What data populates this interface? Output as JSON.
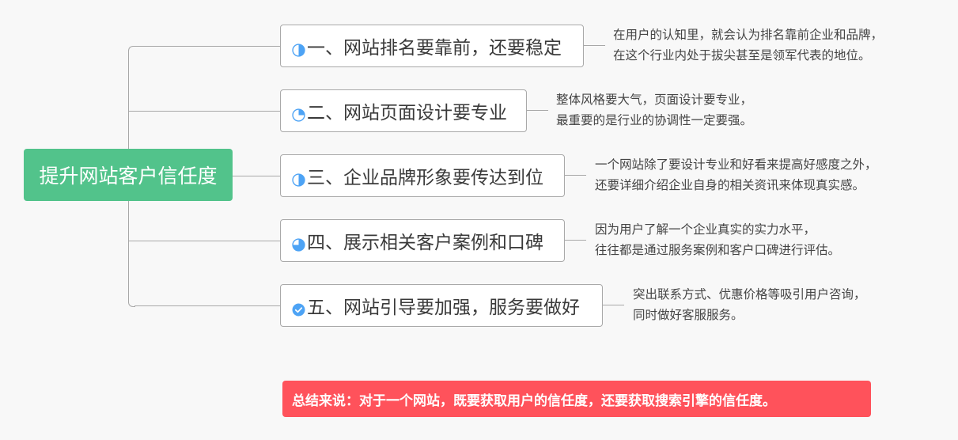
{
  "root": {
    "label": "提升网站客户信任度",
    "color": "#52c38b"
  },
  "topics": [
    {
      "label": "一、网站排名要靠前，还要稳定",
      "progress_icon": "progress-half-icon",
      "progress": 50,
      "note": [
        "在用户的认知里，就会认为排名靠前企业和品牌，",
        "在这个行业内处于拔尖甚至是领军代表的地位。"
      ]
    },
    {
      "label": "二、网站页面设计要专业",
      "progress_icon": "progress-quarter-icon",
      "progress": 25,
      "note": [
        "整体风格要大气，页面设计要专业，",
        "最重要的是行业的协调性一定要强。"
      ]
    },
    {
      "label": "三、企业品牌形象要传达到位",
      "progress_icon": "progress-half-icon",
      "progress": 50,
      "note": [
        "一个网站除了要设计专业和好看来提高好感度之外，",
        "还要详细介绍企业自身的相关资讯来体现真实感。"
      ]
    },
    {
      "label": "四、展示相关客户案例和口碑",
      "progress_icon": "progress-three-quarter-icon",
      "progress": 75,
      "note": [
        "因为用户了解一个企业真实的实力水平，",
        "往往都是通过服务案例和客户口碑进行评估。"
      ]
    },
    {
      "label": "五、网站引导要加强，服务要做好",
      "progress_icon": "progress-done-icon",
      "progress": 100,
      "note": [
        "突出联系方式、优惠价格等吸引用户咨询，",
        "同时做好客服服务。"
      ]
    }
  ],
  "summary": {
    "text": "总结来说：对于一个网站，既要获取用户的信任度，还要获取搜索引擎的信任度。",
    "color": "#ff525b"
  },
  "colors": {
    "background": "#f8f8f8",
    "connector": "#a8a8a8",
    "icon_blue": "#4da3f5"
  }
}
